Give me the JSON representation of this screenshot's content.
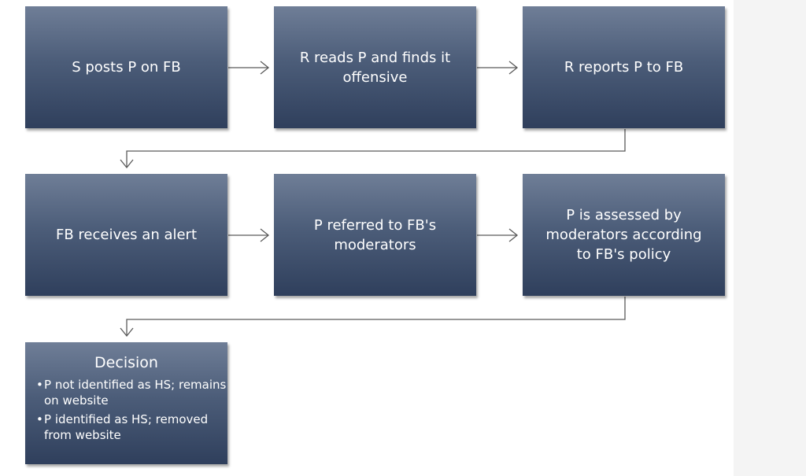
{
  "flow": {
    "row1": [
      {
        "id": "step-s-posts",
        "text": "S posts P on FB"
      },
      {
        "id": "step-r-reads",
        "text": "R reads P and finds it offensive"
      },
      {
        "id": "step-r-reports",
        "text": "R reports P to FB"
      }
    ],
    "row2": [
      {
        "id": "step-fb-alert",
        "text": "FB receives an alert"
      },
      {
        "id": "step-referred",
        "text": "P referred to FB's moderators"
      },
      {
        "id": "step-assessed",
        "text": "P is assessed by moderators according to FB's policy"
      }
    ],
    "decision": {
      "title": "Decision",
      "bullets": [
        "P not identified as HS; remains on website",
        "P identified as HS; removed from website"
      ],
      "bullet_glyph": "•"
    }
  },
  "colors": {
    "box_top": "#6f7e97",
    "box_bottom": "#2f3f5c",
    "connector": "#5a5a5a"
  }
}
